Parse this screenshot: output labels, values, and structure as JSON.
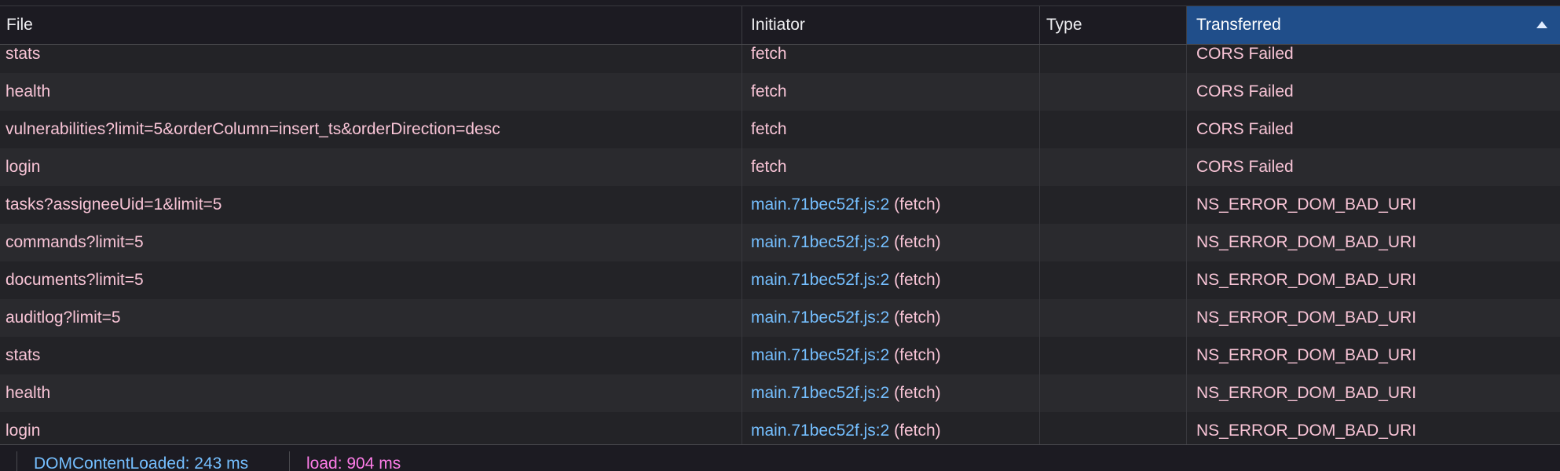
{
  "columns": {
    "file": "File",
    "initiator": "Initiator",
    "type": "Type",
    "transferred": "Transferred"
  },
  "rows": [
    {
      "file": "stats",
      "initiator_link": "",
      "initiator": "fetch",
      "type": "",
      "transferred": "CORS Failed"
    },
    {
      "file": "health",
      "initiator_link": "",
      "initiator": "fetch",
      "type": "",
      "transferred": "CORS Failed"
    },
    {
      "file": "vulnerabilities?limit=5&orderColumn=insert_ts&orderDirection=desc",
      "initiator_link": "",
      "initiator": "fetch",
      "type": "",
      "transferred": "CORS Failed"
    },
    {
      "file": "login",
      "initiator_link": "",
      "initiator": "fetch",
      "type": "",
      "transferred": "CORS Failed"
    },
    {
      "file": "tasks?assigneeUid=1&limit=5",
      "initiator_link": "main.71bec52f.js:2",
      "initiator": "(fetch)",
      "type": "",
      "transferred": "NS_ERROR_DOM_BAD_URI"
    },
    {
      "file": "commands?limit=5",
      "initiator_link": "main.71bec52f.js:2",
      "initiator": "(fetch)",
      "type": "",
      "transferred": "NS_ERROR_DOM_BAD_URI"
    },
    {
      "file": "documents?limit=5",
      "initiator_link": "main.71bec52f.js:2",
      "initiator": "(fetch)",
      "type": "",
      "transferred": "NS_ERROR_DOM_BAD_URI"
    },
    {
      "file": "auditlog?limit=5",
      "initiator_link": "main.71bec52f.js:2",
      "initiator": "(fetch)",
      "type": "",
      "transferred": "NS_ERROR_DOM_BAD_URI"
    },
    {
      "file": "stats",
      "initiator_link": "main.71bec52f.js:2",
      "initiator": "(fetch)",
      "type": "",
      "transferred": "NS_ERROR_DOM_BAD_URI"
    },
    {
      "file": "health",
      "initiator_link": "main.71bec52f.js:2",
      "initiator": "(fetch)",
      "type": "",
      "transferred": "NS_ERROR_DOM_BAD_URI"
    },
    {
      "file": "login",
      "initiator_link": "main.71bec52f.js:2",
      "initiator": "(fetch)",
      "type": "",
      "transferred": "NS_ERROR_DOM_BAD_URI"
    }
  ],
  "status_bar": {
    "dom_content_loaded": "DOMContentLoaded: 243 ms",
    "load": "load: 904 ms"
  }
}
